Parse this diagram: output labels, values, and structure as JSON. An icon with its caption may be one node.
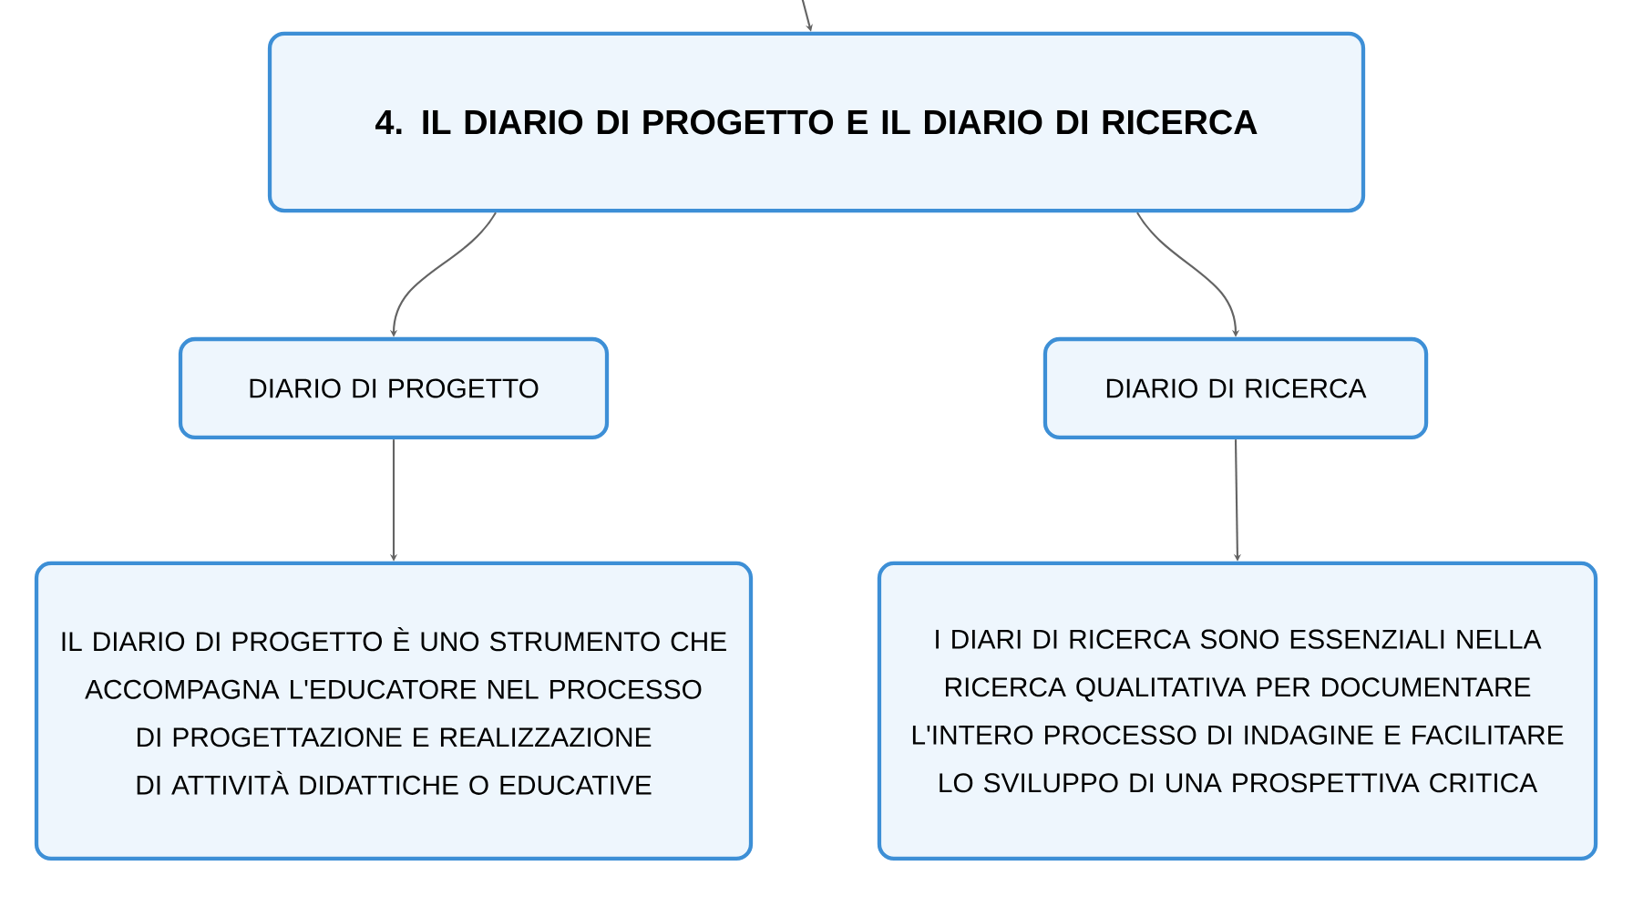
{
  "diagram": {
    "nodes": [
      {
        "text": [
          "4. IL DIARIO DI PROGETTO E IL DIARIO DI RICERCA"
        ]
      },
      {
        "text": [
          "DIARIO DI PROGETTO"
        ]
      },
      {
        "text": [
          "DIARIO DI RICERCA"
        ]
      },
      {
        "text": [
          "IL DIARIO DI PROGETTO È UNO STRUMENTO CHE ACCOMPAGNA L'EDUCATORE NEL PROCESSO DI PROGETTAZIONE E REALIZZAZIONE DI ATTIVITÀ DIDATTICHE O EDUCATIVE"
        ]
      },
      {
        "text": [
          "I DIARI DI RICERCA SONO ESSENZIALI NELLA RICERCA QUALITATIVA PER DOCUMENTARE L'INTERO PROCESSO DI INDAGINE E FACILITARE LO SVILUPPO DI UNA PROSPETTIVA CRITICA"
        ]
      }
    ],
    "edges": [
      {
        "from": null,
        "to": 0,
        "arrow": "to"
      },
      {
        "from": 0,
        "to": 1,
        "arrow": "to"
      },
      {
        "from": 0,
        "to": 2,
        "arrow": "to"
      },
      {
        "from": 1,
        "to": 3,
        "arrow": "to"
      },
      {
        "from": 2,
        "to": 4,
        "arrow": "to"
      }
    ]
  }
}
